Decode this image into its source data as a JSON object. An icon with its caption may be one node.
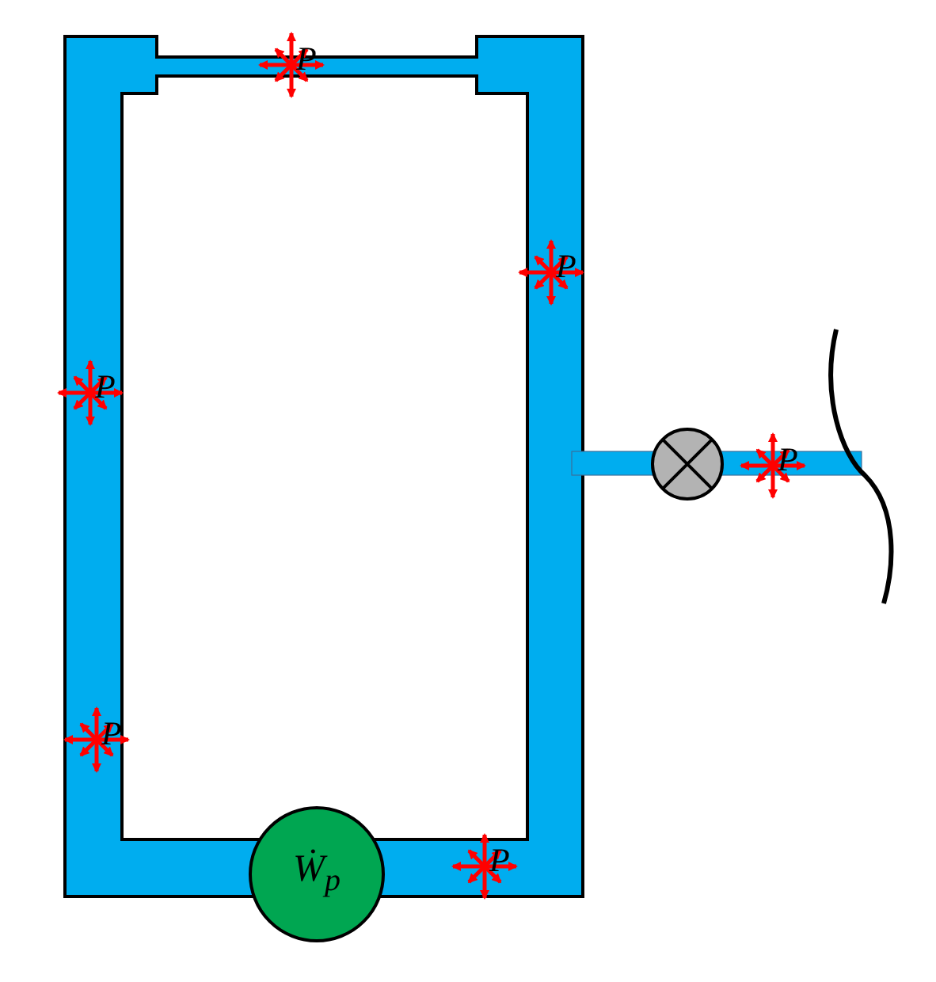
{
  "diagram": {
    "nodes": [
      {
        "text": [
          "Ẇ$_{p}$"
        ]
      }
    ],
    "labels": [
      "P",
      "P",
      "P",
      "P",
      "P",
      "P"
    ]
  }
}
